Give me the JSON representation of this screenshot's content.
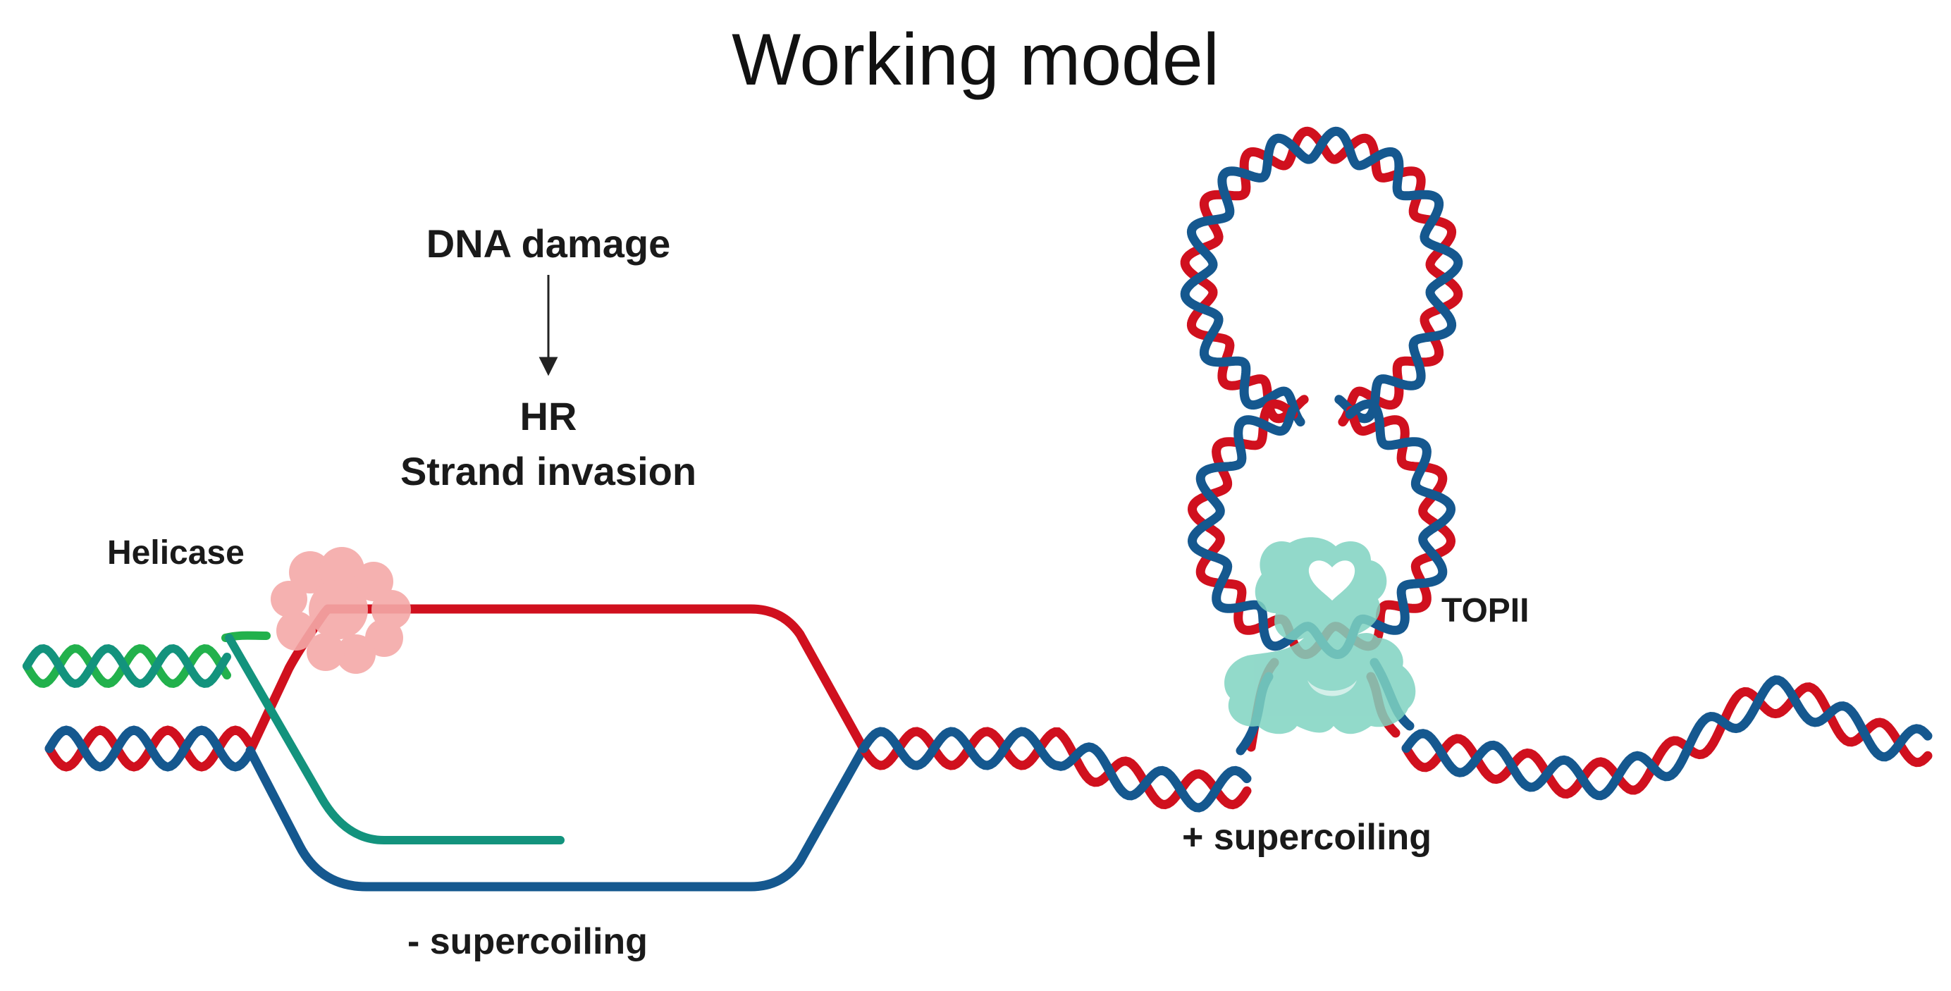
{
  "title": "Working model",
  "labels": {
    "dna_damage": "DNA damage",
    "hr": "HR",
    "strand_invasion": "Strand invasion",
    "helicase": "Helicase",
    "topii": "TOPII",
    "plus_supercoiling": "+ supercoiling",
    "minus_supercoiling": "- supercoiling"
  },
  "colors": {
    "strand_red": "#d0101e",
    "strand_blue": "#15588f",
    "invading_green": "#22b14c",
    "invading_teal": "#13937d",
    "helicase_pink": "#f4a9a8",
    "topii_teal": "#7fd3c1",
    "arrow": "#222222"
  },
  "icons": {
    "helicase": "helicase-protein-icon",
    "topii": "topoisomerase-ii-protein-icon"
  }
}
